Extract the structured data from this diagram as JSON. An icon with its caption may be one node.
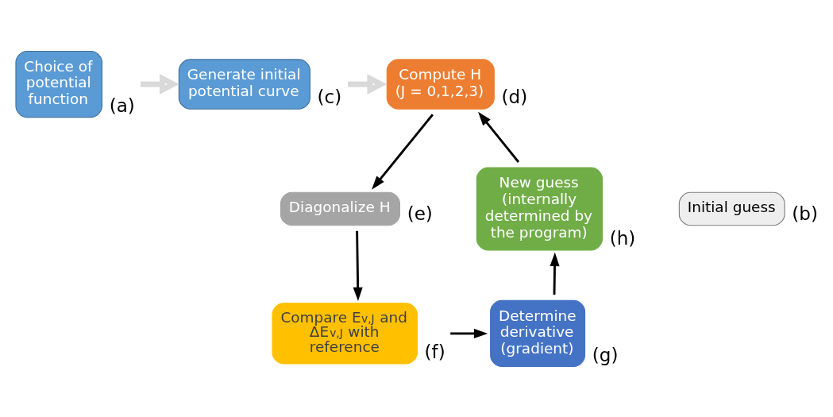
{
  "diagram": {
    "nodes": [
      {
        "text": [
          "Choice of potential function"
        ],
        "beside": [
          "(a)"
        ]
      },
      {
        "text": [
          "Initial guess"
        ],
        "beside": [
          "(b)"
        ]
      },
      {
        "text": [
          "Generate initial potential curve"
        ],
        "beside": [
          "(c)"
        ]
      },
      {
        "text": [
          "Compute H",
          "(J = 0,1,2,3)"
        ],
        "beside": [
          "(d)"
        ]
      },
      {
        "text": [
          "Diagonalize H"
        ],
        "beside": [
          "(e)"
        ]
      },
      {
        "text": [
          "Compare E$_{v,J}$ and ΔE$_{v,J}$ with reference"
        ],
        "beside": [
          "(f)"
        ]
      },
      {
        "text": [
          "Determine derivative (gradient)"
        ],
        "beside": [
          "(g)"
        ]
      },
      {
        "text": [
          "New guess (internally determined by the program)"
        ],
        "beside": [
          "(h)"
        ]
      }
    ],
    "edges": [
      {
        "from": 0,
        "to": 2,
        "arrow": "to",
        "style": "thick",
        "color": "#d9d9d9"
      },
      {
        "from": 2,
        "to": 3,
        "arrow": "to",
        "style": "thick",
        "color": "#d9d9d9"
      },
      {
        "from": 3,
        "to": 4,
        "arrow": "to"
      },
      {
        "from": 4,
        "to": 5,
        "arrow": "to"
      },
      {
        "from": 5,
        "to": 6,
        "arrow": "to"
      },
      {
        "from": 6,
        "to": 7,
        "arrow": "to"
      },
      {
        "from": 7,
        "to": 3,
        "arrow": "to"
      }
    ]
  }
}
